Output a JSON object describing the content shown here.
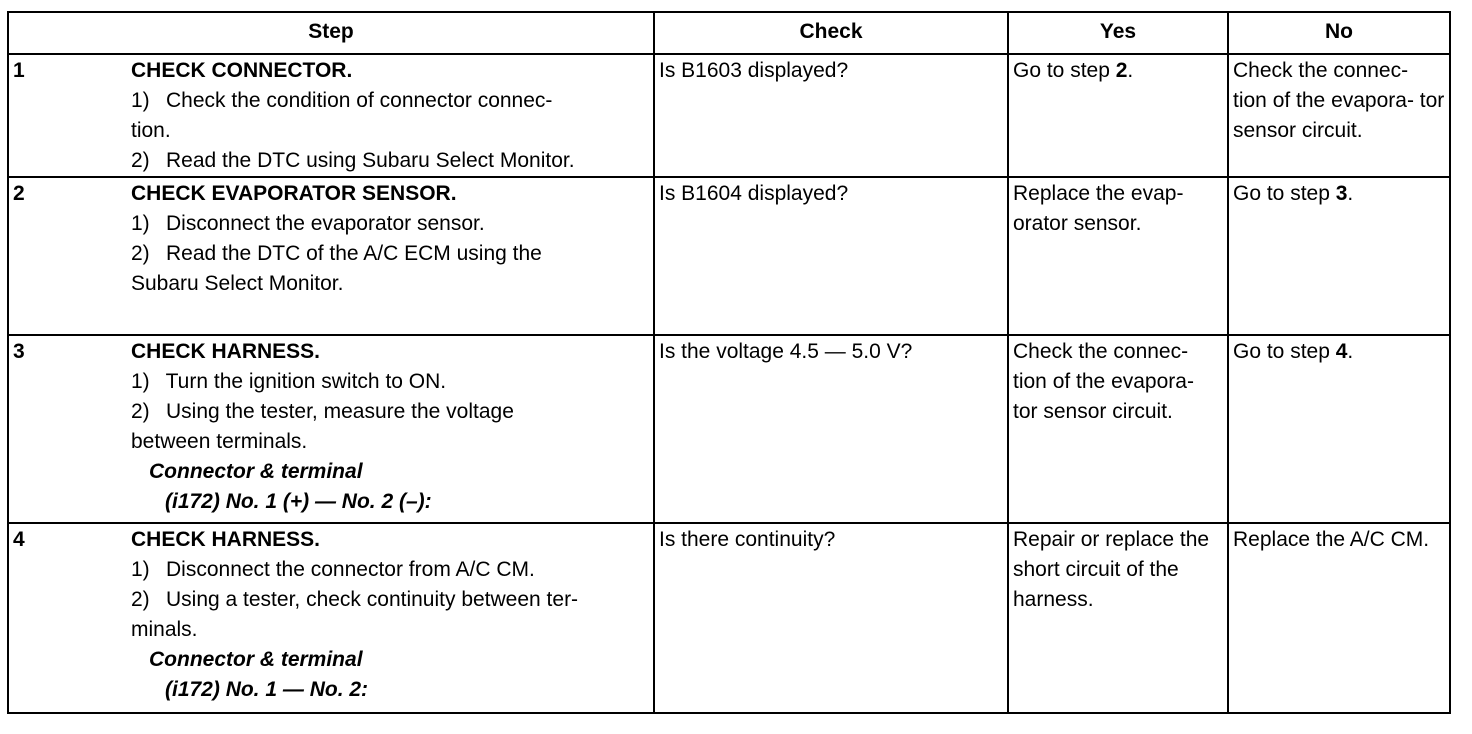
{
  "headers": {
    "step": "Step",
    "check": "Check",
    "yes": "Yes",
    "no": "No"
  },
  "rows": [
    {
      "number": "1",
      "title": "CHECK CONNECTOR.",
      "lines": [
        "1)  Check the condition of connector connec-",
        "tion.",
        "2)  Read the DTC using Subaru Select Monitor."
      ],
      "connector_label": "",
      "connector_spec": "",
      "check": "Is B1603 displayed?",
      "yes_text": "Go to step ",
      "yes_ref": "2",
      "yes_suffix": ".",
      "no_text": "Check the connec- tion of the evapora- tor sensor circuit.",
      "no_ref": "",
      "no_suffix": ""
    },
    {
      "number": "2",
      "title": "CHECK EVAPORATOR SENSOR.",
      "lines": [
        "1)  Disconnect the evaporator sensor.",
        "2)  Read the DTC of the A/C ECM using the",
        "Subaru Select Monitor."
      ],
      "connector_label": "",
      "connector_spec": "",
      "check": "Is B1604 displayed?",
      "yes_text": "Replace the evap- orator sensor.",
      "yes_ref": "",
      "yes_suffix": "",
      "no_text": "Go to step ",
      "no_ref": "3",
      "no_suffix": "."
    },
    {
      "number": "3",
      "title": "CHECK HARNESS.",
      "lines": [
        "1)  Turn the ignition switch to ON.",
        "2)  Using the tester, measure the voltage",
        "between terminals."
      ],
      "connector_label": "Connector & terminal",
      "connector_spec": "(i172) No. 1 (+) — No. 2 (–):",
      "check": "Is the voltage 4.5 — 5.0 V?",
      "yes_text": "Check the connec- tion of the evapora- tor sensor circuit.",
      "yes_ref": "",
      "yes_suffix": "",
      "no_text": "Go to step ",
      "no_ref": "4",
      "no_suffix": "."
    },
    {
      "number": "4",
      "title": "CHECK HARNESS.",
      "lines": [
        "1)  Disconnect the connector from A/C CM.",
        "2)  Using a tester, check continuity between ter-",
        "minals."
      ],
      "connector_label": "Connector & terminal",
      "connector_spec": "(i172) No. 1 — No. 2:",
      "check": "Is there continuity?",
      "yes_text": "Repair or replace the short circuit of the harness.",
      "yes_ref": "",
      "yes_suffix": "",
      "no_text": "Replace the A/C CM.",
      "no_ref": "",
      "no_suffix": ""
    }
  ]
}
